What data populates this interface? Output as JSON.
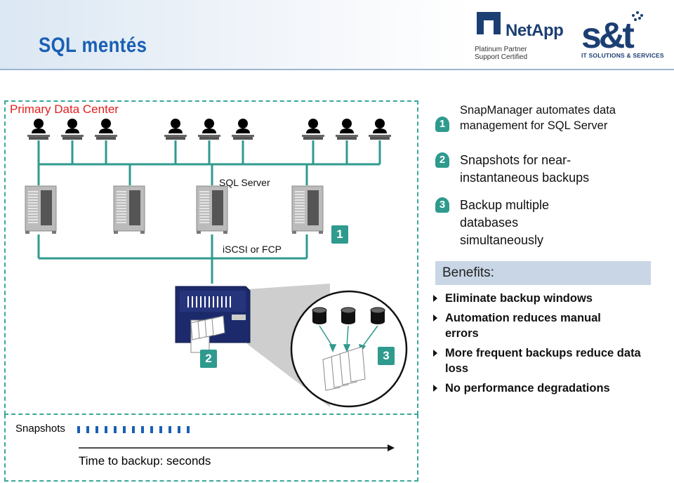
{
  "header": {
    "title": "SQL mentés"
  },
  "logos": {
    "netapp": "NetApp",
    "partner_line1": "Platinum Partner",
    "partner_line2": "Support Certified",
    "st_text": "IT SOLUTIONS & SERVICES"
  },
  "diagram": {
    "datacenter_label": "Primary Data Center",
    "sql_server_label": "SQL Server",
    "iscsi_label": "iSCSI or FCP",
    "badge1": "1",
    "badge2": "2",
    "badge3": "3",
    "snapshots_label": "Snapshots",
    "time_label": "Time to backup:  seconds"
  },
  "steps": [
    {
      "num": "1",
      "text": "SnapManager automates data management for SQL Server"
    },
    {
      "num": "2",
      "text": "Snapshots for near-instantaneous backups"
    },
    {
      "num": "3",
      "text": "Backup multiple databases simultaneously"
    }
  ],
  "benefits": {
    "title": "Benefits:",
    "items": [
      "Eliminate backup windows",
      "Automation reduces manual errors",
      "More frequent backups reduce data loss",
      "No performance degradations"
    ]
  },
  "colors": {
    "accent": "#2f9a8e",
    "title": "#1a5fb4",
    "datacenter": "#e0201e",
    "navy": "#1c2a6b"
  }
}
